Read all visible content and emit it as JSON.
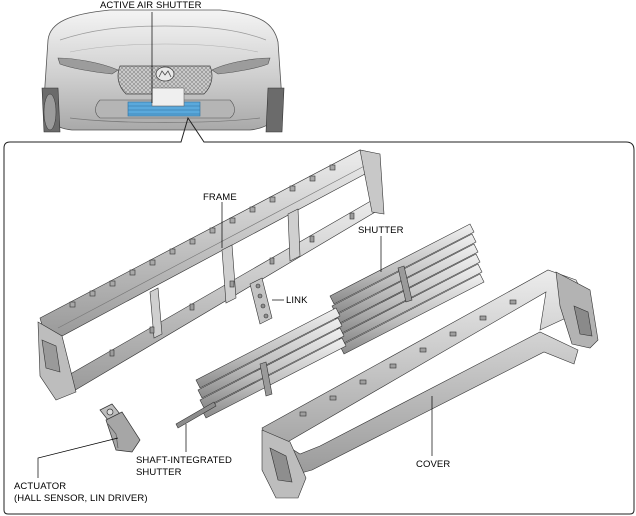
{
  "labels": {
    "active_air_shutter": "ACTIVE AIR SHUTTER",
    "frame": "FRAME",
    "shutter": "SHUTTER",
    "link": "LINK",
    "shaft_integrated_shutter_1": "SHAFT-INTEGRATED",
    "shaft_integrated_shutter_2": "SHUTTER",
    "cover": "COVER",
    "actuator_1": "ACTUATOR",
    "actuator_2": "(HALL SENSOR, LIN DRIVER)"
  },
  "colors": {
    "line": "#222222",
    "part_light": "#d9d9d9",
    "part_mid": "#b8b8b8",
    "part_dark": "#8c8c8c",
    "car_body": "#d6d6d6",
    "shutter_highlight": "#5aa9dc"
  }
}
